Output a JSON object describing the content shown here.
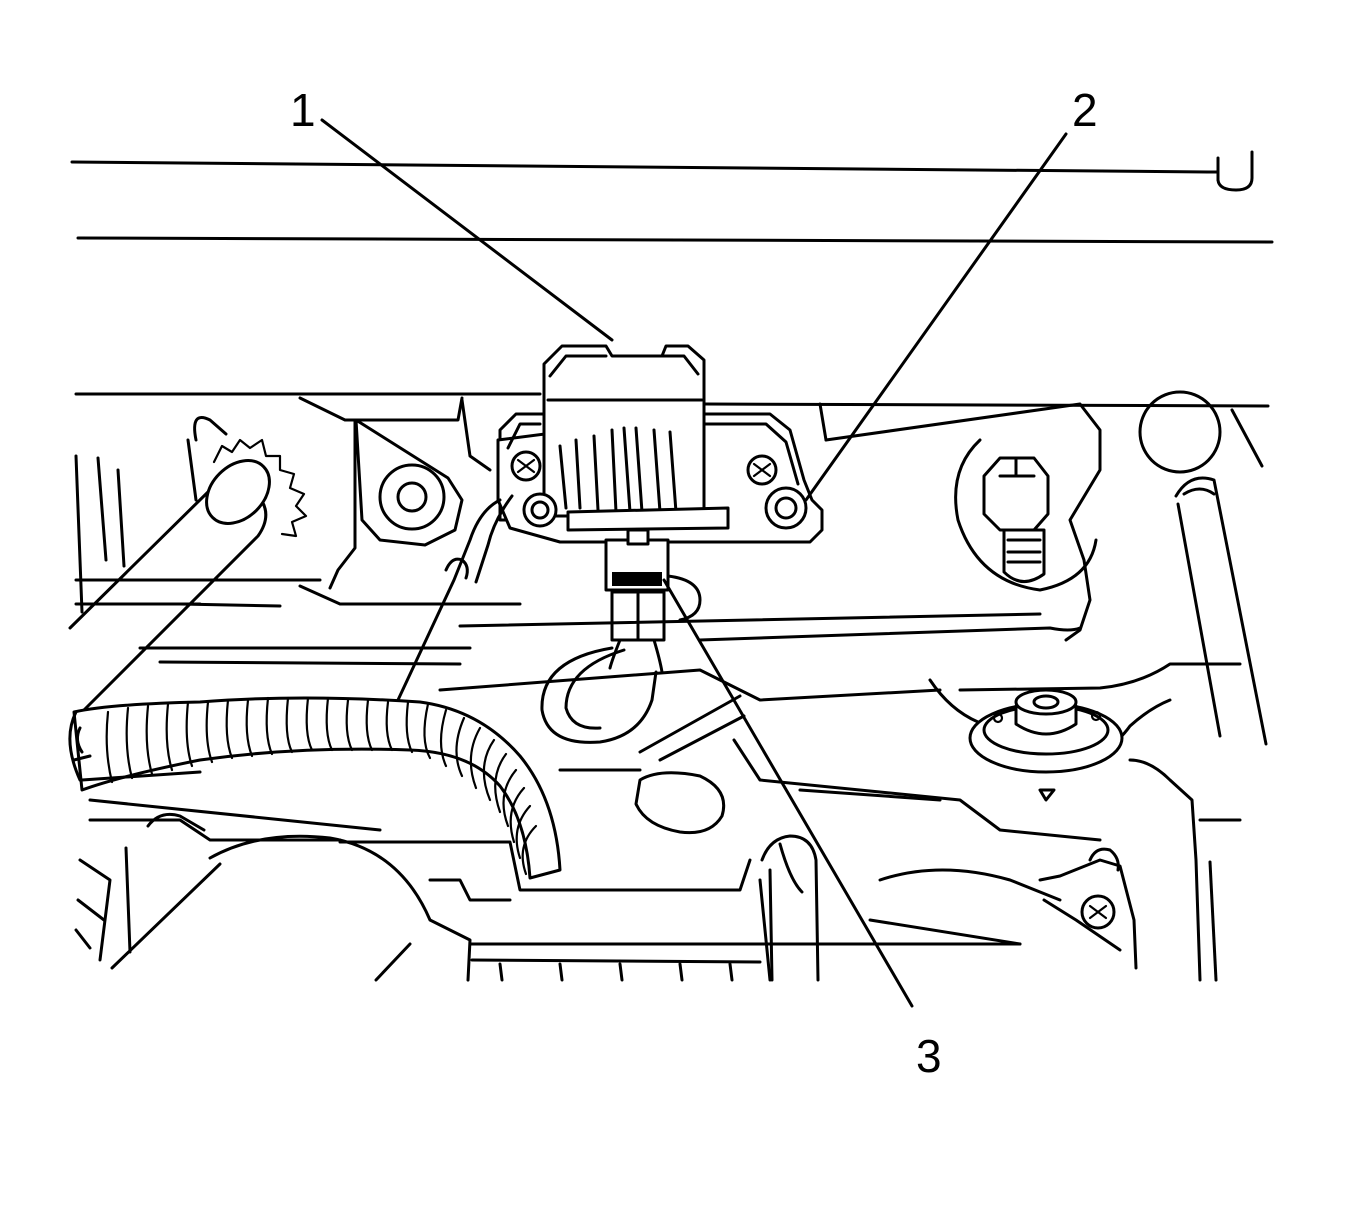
{
  "callouts": [
    {
      "id": "1",
      "label": "1"
    },
    {
      "id": "2",
      "label": "2"
    },
    {
      "id": "3",
      "label": "3"
    }
  ],
  "colors": {
    "stroke": "#000000",
    "background": "#ffffff"
  }
}
